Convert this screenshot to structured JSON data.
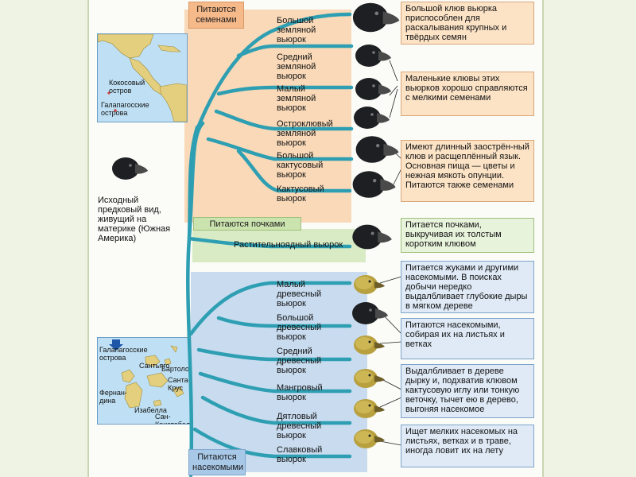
{
  "groups": {
    "seeds": "Питаются семенами",
    "buds": "Питаются почками",
    "insects": "Питаются насекомыми"
  },
  "ancestor": "Исходный предковый вид, живущий на материке (Южная Америка)",
  "species": [
    {
      "name": "Большой земляной вьюрок"
    },
    {
      "name": "Средний земляной вьюрок"
    },
    {
      "name": "Малый земляной вьюрок"
    },
    {
      "name": "Остроклювый земляной вьюрок"
    },
    {
      "name": "Большой кактусовый вьюрок"
    },
    {
      "name": "Кактусовый вьюрок"
    },
    {
      "name": "Растительноядный вьюрок"
    },
    {
      "name": "Малый древесный вьюрок"
    },
    {
      "name": "Большой древесный вьюрок"
    },
    {
      "name": "Средний древесный вьюрок"
    },
    {
      "name": "Мангровый вьюрок"
    },
    {
      "name": "Дятловый древесный вьюрок"
    },
    {
      "name": "Славковый вьюрок"
    }
  ],
  "notes": [
    "Большой клюв вьюрка приспособлен для раскалывания крупных и твёрдых семян",
    "Маленькие клювы этих вьюрков хорошо справляются с мелкими семенами",
    "Имеют длинный заострён-ный клюв и расщеплённый язык. Основная пища — цветы и нежная мякоть опунции. Питаются также семенами",
    "Питается почками, выкручивая их толстым коротким клювом",
    "Питается жуками и другими насекомыми. В поисках добычи нередко выдалбливает глубокие дыры в мягком дереве",
    "Питаются насекомыми, собирая их на листьях и ветках",
    "Выдалбливает в дереве дырку и, подхватив клювом кактусовую иглу или тонкую веточку, тычет ею в дерево, выгоняя насекомое",
    "Ищет мелких насекомых на листьях, ветках и в траве, иногда ловит их на лету"
  ],
  "map_top": {
    "island": "Кокосовый остров",
    "archipelago": "Галапагосские острова"
  },
  "map_bottom": {
    "title": "Галапагосские острова",
    "islands": [
      "Сантьяго",
      "Бартоломе",
      "Санта-Крус",
      "Фернан-дина",
      "Изабелла",
      "Сан-Кристобаль"
    ]
  },
  "colors": {
    "branch": "#2e9fb2",
    "seeds_zone": "#f9d9b8",
    "buds_zone": "#d9ebc5",
    "insects_zone": "#c8dbef",
    "dark_bird": "#1d1f22",
    "yellow_bird": "#c8b24a"
  }
}
